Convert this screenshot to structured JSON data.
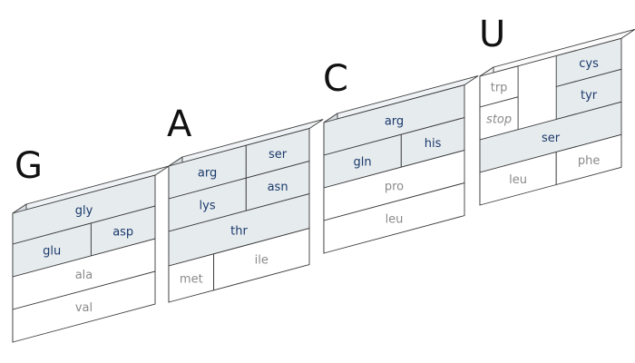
{
  "colors": {
    "shaded": "#e6ebee",
    "shaded_side": "#d7dde1",
    "shaded_top": "#eef2f4",
    "white": "#ffffff",
    "white_side": "#f2f2f2",
    "white_top": "#fafafa",
    "label_colored": "#1b3a6b",
    "label_plain": "#8a8a8a"
  },
  "blocks": [
    {
      "letter": "G",
      "cells": [
        {
          "label": "gly",
          "shaded": true
        },
        {
          "label": "glu",
          "shaded": true
        },
        {
          "label": "asp",
          "shaded": true
        },
        {
          "label": "ala",
          "shaded": false
        },
        {
          "label": "val",
          "shaded": false
        }
      ]
    },
    {
      "letter": "A",
      "cells": [
        {
          "label": "arg",
          "shaded": true
        },
        {
          "label": "ser",
          "shaded": true
        },
        {
          "label": "lys",
          "shaded": true
        },
        {
          "label": "asn",
          "shaded": true
        },
        {
          "label": "thr",
          "shaded": true
        },
        {
          "label": "met",
          "shaded": false
        },
        {
          "label": "ile",
          "shaded": false
        }
      ]
    },
    {
      "letter": "C",
      "cells": [
        {
          "label": "arg",
          "shaded": true
        },
        {
          "label": "gln",
          "shaded": true
        },
        {
          "label": "his",
          "shaded": true
        },
        {
          "label": "pro",
          "shaded": false
        },
        {
          "label": "leu",
          "shaded": false
        }
      ]
    },
    {
      "letter": "U",
      "cells": [
        {
          "label": "trp",
          "shaded": false
        },
        {
          "label": "stop",
          "shaded": false,
          "italic": true
        },
        {
          "label": "cys",
          "shaded": true
        },
        {
          "label": "tyr",
          "shaded": true
        },
        {
          "label": "ser",
          "shaded": true
        },
        {
          "label": "leu",
          "shaded": false
        },
        {
          "label": "phe",
          "shaded": false
        }
      ]
    }
  ]
}
